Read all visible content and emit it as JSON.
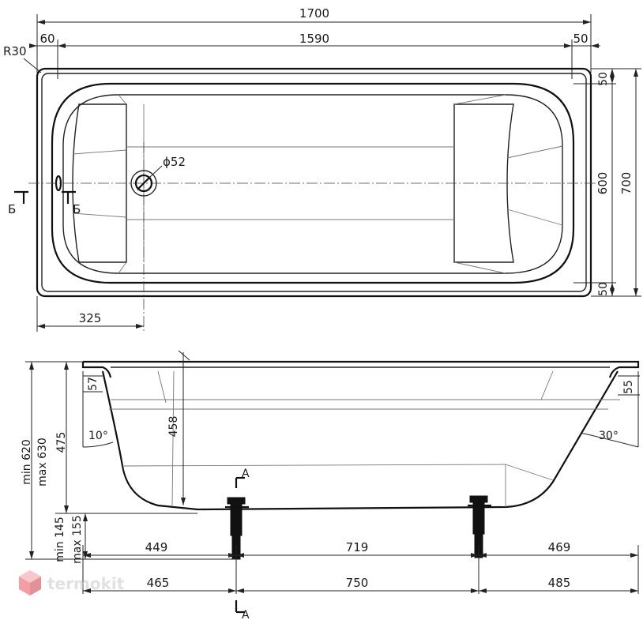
{
  "top_view": {
    "dims": {
      "overall_length": "1700",
      "inner_length": "1590",
      "left_rim": "60",
      "right_rim": "50",
      "corner_radius": "R30",
      "drain_diameter": "ϕ52",
      "drain_offset": "325",
      "inner_width": "600",
      "overall_width": "700",
      "top_rim": "50",
      "bottom_rim": "50"
    },
    "section_left": "Б",
    "section_right": "Б"
  },
  "side_view": {
    "dims": {
      "left_lip": "57",
      "right_lip": "55",
      "left_angle": "10°",
      "right_angle": "30°",
      "inner_depth": "458",
      "depth": "475",
      "total_height": "min 620\nmax 630",
      "total_height_min": "min 620",
      "total_height_max": "max 630",
      "leg_height_min": "min 145",
      "leg_height_max": "max 155",
      "seg_left": "449",
      "seg_mid": "719",
      "seg_right": "469",
      "leg_left": "465",
      "leg_mid": "750",
      "leg_right": "485"
    },
    "section_label": "А"
  },
  "watermark": {
    "brand": "termokit",
    "logo_color": "#e8505b"
  }
}
